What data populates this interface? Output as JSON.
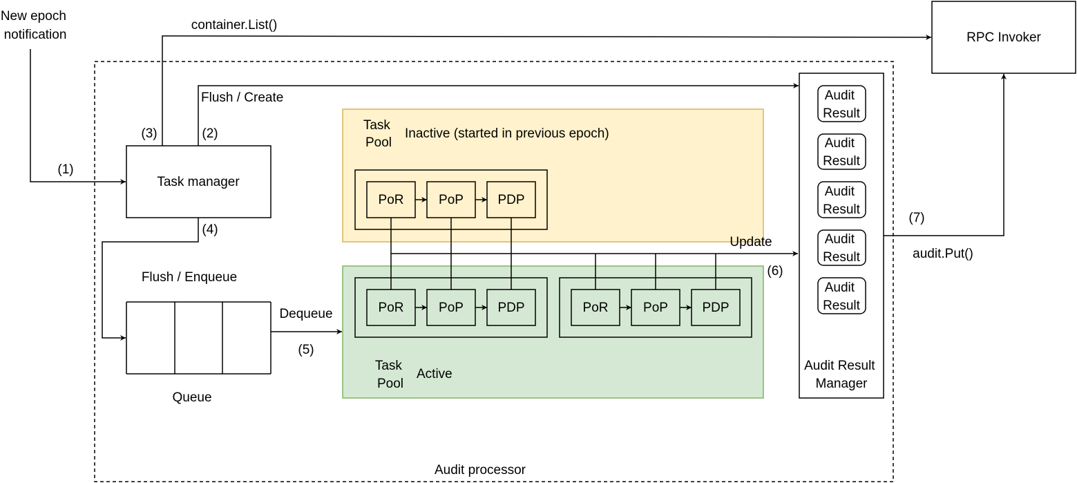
{
  "colors": {
    "inactive_fill": "#fff2cc",
    "inactive_stroke": "#d6b656",
    "active_fill": "#d5e8d4",
    "active_stroke": "#82b366",
    "line": "#000000",
    "background": "#ffffff"
  },
  "external": {
    "new_epoch_line1": "New epoch",
    "new_epoch_line2": "notification",
    "rpc_invoker": "RPC Invoker"
  },
  "audit_processor": {
    "label": "Audit processor",
    "task_manager": "Task manager",
    "queue_label": "Queue",
    "audit_result_manager_line1": "Audit Result",
    "audit_result_manager_line2": "Manager",
    "audit_result_line1": "Audit",
    "audit_result_line2": "Result",
    "inactive_pool": {
      "title_line1": "Task",
      "title_line2": "Pool",
      "status": "Inactive (started in previous epoch)"
    },
    "active_pool": {
      "title_line1": "Task",
      "title_line2": "Pool",
      "status": "Active"
    },
    "task_steps": [
      "PoR",
      "PoP",
      "PDP"
    ]
  },
  "edges": {
    "e1": "(1)",
    "e2": "(2)",
    "e3": "(3)",
    "e4": "(4)",
    "e5": "(5)",
    "e6": "(6)",
    "e7": "(7)",
    "container_list": "container.List()",
    "flush_create": "Flush / Create",
    "flush_enqueue": "Flush / Enqueue",
    "dequeue": "Dequeue",
    "update": "Update",
    "audit_put": "audit.Put()"
  }
}
